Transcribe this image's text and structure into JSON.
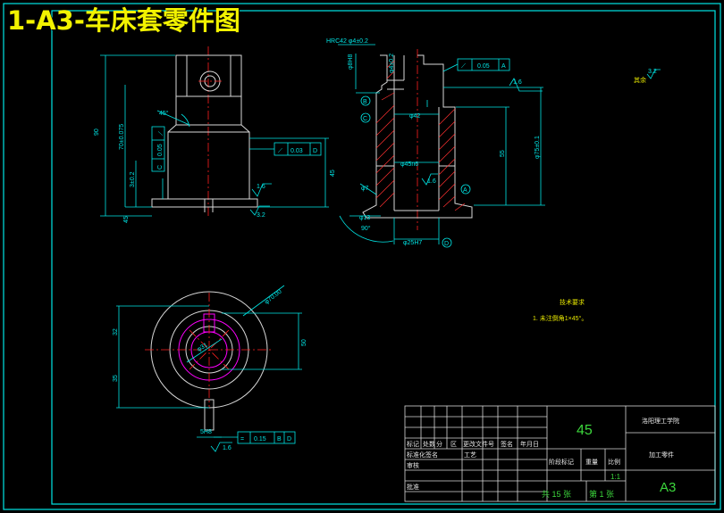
{
  "title": "1-A3-车床套零件图",
  "front_view": {
    "dims": [
      "90",
      "70±0.075",
      "3±0.2",
      "45",
      "45"
    ],
    "tolerances": [
      {
        "symbol": "⟋",
        "value": "0.05",
        "datum": "C"
      },
      {
        "symbol": "⟋",
        "value": "0.03",
        "datum": "D"
      }
    ],
    "chamfer": "45°",
    "roughness": [
      "1.6",
      "3.2"
    ]
  },
  "section_view": {
    "callouts": [
      "HRC42",
      "φ4±0.2",
      "φ8H8"
    ],
    "dims": [
      "φ42",
      "φ45n6",
      "φ7",
      "φ13",
      "90°",
      "φ25H7",
      "55",
      "φ75±0.1"
    ],
    "tolerance": {
      "symbol": "⟋",
      "value": "0.05",
      "datum": "A"
    },
    "datum_labels": [
      "B",
      "C",
      "A",
      "D"
    ],
    "roughness": [
      "1.6",
      "1.6",
      "3.2"
    ],
    "other_roughness": "其余"
  },
  "top_view": {
    "dims": [
      "φ70.00",
      "φ31",
      "32",
      "35",
      "50"
    ],
    "slot_width": "5H8",
    "tolerance": {
      "symbol": "=",
      "value": "0.15",
      "datums": [
        "B",
        "D"
      ]
    },
    "roughness": "1.6"
  },
  "notes": {
    "heading": "技术要求",
    "item": "1. 未注倒角1×45°。"
  },
  "title_block": {
    "material": "45",
    "school": "洛阳理工学院",
    "part_name": "加工零件",
    "sheet_size": "A3",
    "row_labels": [
      "标记",
      "处数",
      "分",
      "区",
      "更改文件号",
      "签名",
      "年月日"
    ],
    "design_row": "标准化签名",
    "review_row": "审核",
    "process_row": "工艺",
    "approve_row": "批准",
    "stage_labels": [
      "阶段标记",
      "重量",
      "比例"
    ],
    "scale": "1:1",
    "sheets": "共 15 张",
    "sheet_no": "第 1 张"
  },
  "colors": {
    "border": "#00e5e5",
    "outline": "#d8d8d8",
    "center": "#ff2020",
    "title": "#f2f200"
  }
}
